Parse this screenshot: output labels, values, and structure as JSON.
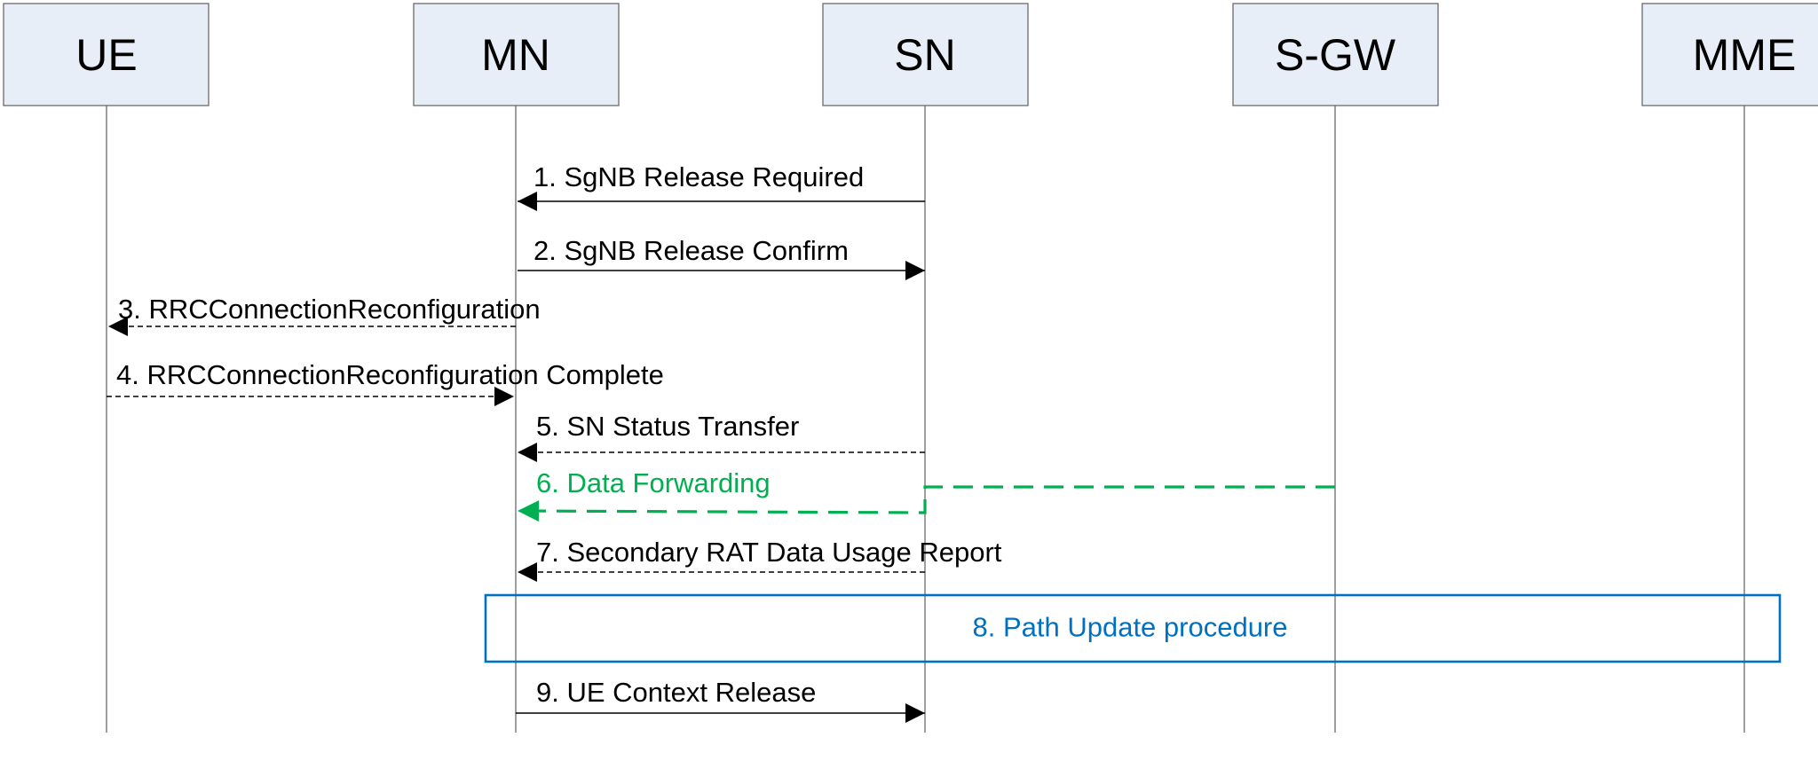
{
  "colors": {
    "default": "#000000",
    "data_forwarding": "#00b050",
    "procedure": "#0070c0",
    "entity_fill": "#e8eef8"
  },
  "entities": [
    {
      "id": "ue",
      "label": "UE"
    },
    {
      "id": "mn",
      "label": "MN"
    },
    {
      "id": "sn",
      "label": "SN"
    },
    {
      "id": "sgw",
      "label": "S-GW"
    },
    {
      "id": "mme",
      "label": "MME"
    }
  ],
  "messages": [
    {
      "id": "m1",
      "label": "1. SgNB Release Required",
      "from": "sn",
      "to": "mn",
      "style": "solid"
    },
    {
      "id": "m2",
      "label": "2. SgNB Release Confirm",
      "from": "mn",
      "to": "sn",
      "style": "solid"
    },
    {
      "id": "m3",
      "label": "3. RRCConnectionReconfiguration",
      "from": "mn",
      "to": "ue",
      "style": "dashed"
    },
    {
      "id": "m4",
      "label": "4. RRCConnectionReconfiguration Complete",
      "from": "ue",
      "to": "mn",
      "style": "dashed"
    },
    {
      "id": "m5",
      "label": "5. SN Status Transfer",
      "from": "sn",
      "to": "mn",
      "style": "dashed"
    },
    {
      "id": "m6",
      "label": "6. Data Forwarding",
      "from": "sgw",
      "via": "sn",
      "to": "mn",
      "style": "dashed-green"
    },
    {
      "id": "m7",
      "label": "7. Secondary RAT Data Usage Report",
      "from": "sn",
      "to": "mn",
      "style": "dashed"
    },
    {
      "id": "m9",
      "label": "9. UE Context Release",
      "from": "mn",
      "to": "sn",
      "style": "solid"
    }
  ],
  "procedure": {
    "label": "8. Path Update procedure",
    "from": "mn",
    "to": "mme"
  }
}
